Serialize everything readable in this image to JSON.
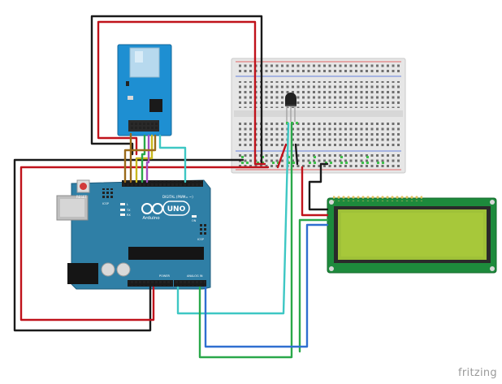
{
  "diagram": {
    "components": {
      "arduino": {
        "board_name": "UNO",
        "brand": "Arduino",
        "reset_label": "RESET",
        "icsp_label": "ICSP",
        "digital_label": "DIGITAL (PWM= ~)",
        "power_label": "POWER",
        "analog_label": "ANALOG IN",
        "tx_label": "TX",
        "rx_label": "RX",
        "l_label": "L",
        "on_label": "ON",
        "icsp2_label": "ICSP"
      },
      "sd_module": {},
      "breadboard": {},
      "sensor": {},
      "lcd": {}
    },
    "wire_colors": {
      "red": "#c0121b",
      "black": "#1a1a1a",
      "cyan": "#3ec7c4",
      "green": "#2aa84a",
      "blue": "#2f6fd0",
      "brown": "#9a6a1a",
      "purple": "#a24fc0",
      "yellow": "#c8b81e"
    },
    "colors": {
      "arduino_board": "#2f7fa6",
      "sd_board": "#1e8fd2",
      "lcd_pcb": "#1d8a3c",
      "lcd_screen": "#a7c83a",
      "breadboard": "#e6e6e6"
    }
  },
  "watermark": "fritzing"
}
